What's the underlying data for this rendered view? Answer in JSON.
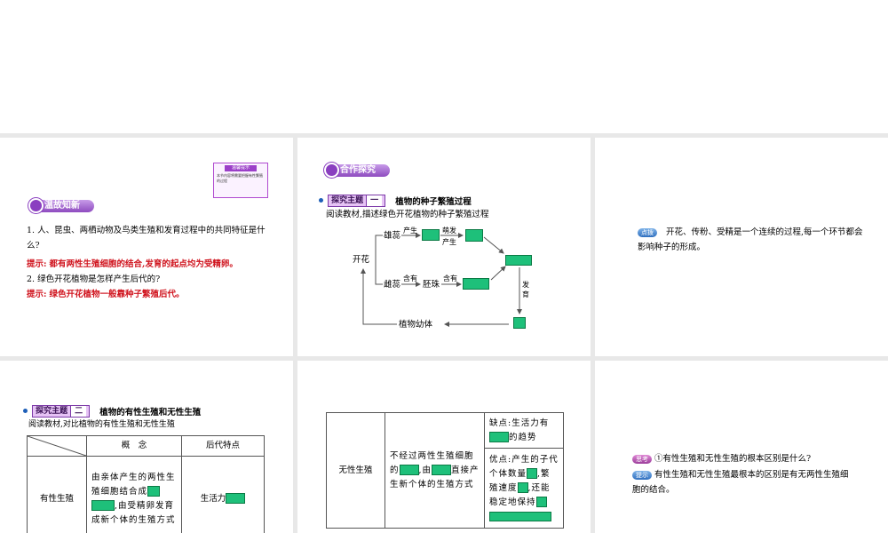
{
  "slide1": {
    "note_title": "温馨提示",
    "note_text": "本节内容将需要把握有性繁殖的过程",
    "heading": "温故知新",
    "q1": "1. 人、昆虫、两栖动物及鸟类生殖和发育过程中的共同特征是什么?",
    "a1_label": "提示:",
    "a1": "都有两性生殖细胞的结合,发育的起点均为受精卵。",
    "q2": "2. 绿色开花植物是怎样产生后代的?",
    "a2_label": "提示:",
    "a2": "绿色开花植物一般靠种子繁殖后代。"
  },
  "slide2": {
    "heading": "合作探究",
    "topic_label": "探究主题",
    "topic_num": "一",
    "topic_title": "植物的种子繁殖过程",
    "intro": "阅读教材,描述绿色开花植物的种子繁殖过程",
    "n_kaihua": "开花",
    "n_xiongrui": "雄蕊",
    "n_chansheng": "产生",
    "n_nanfa": "萌发",
    "n_chansheng2": "产生",
    "n_cirui": "雌蕊",
    "n_hanyou1": "含有",
    "n_peizhu": "胚珠",
    "n_hanyou2": "含有",
    "n_fayu": "发育",
    "n_youti": "植物幼体"
  },
  "slide3": {
    "tag": "点拨",
    "text": "开花、传粉、受精是一个连续的过程,每一个环节都会影响种子的形成。"
  },
  "slide4": {
    "topic_label": "探究主题",
    "topic_num": "二",
    "topic_title": "植物的有性生殖和无性生殖",
    "intro": "阅读教材,对比植物的有性生殖和无性生殖",
    "col_concept": "概　念",
    "col_traits": "后代特点",
    "row_name": "有性生殖",
    "concept_a": "由亲体产生的两性生殖细胞结合成",
    "concept_b": ",由受精卵发育成新个体的生殖方式",
    "traits": "生活力"
  },
  "slide5": {
    "row_name": "无性生殖",
    "concept_a": "不经过两性生殖细胞的",
    "concept_b": ",由",
    "concept_c": "直接产生新个体的生殖方式",
    "minus_a": "缺点:生活力有",
    "minus_b": "的趋势",
    "plus_a": "优点:产生的子代个体数量",
    "plus_b": ",繁殖速度",
    "plus_c": ",还能稳定地保持"
  },
  "slide6": {
    "tag_think": "思考",
    "question": "①有性生殖和无性生殖的根本区别是什么?",
    "tag_hint": "提示",
    "answer": "有性生殖和无性生殖最根本的区别是有无两性生殖细胞的结合。"
  }
}
